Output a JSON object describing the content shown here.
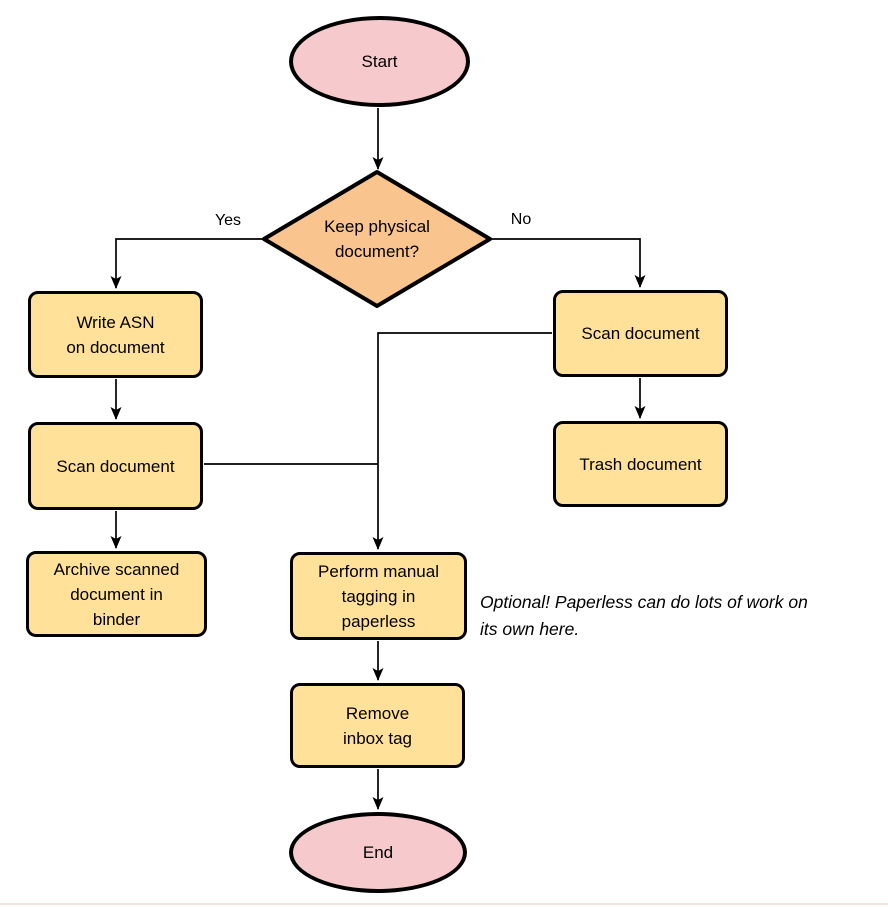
{
  "colors": {
    "terminal_fill": "#F6C9CC",
    "decision_fill": "#FAC48E",
    "process_fill": "#FFE199",
    "stroke": "#000000"
  },
  "nodes": {
    "start": {
      "label": "Start"
    },
    "decision": {
      "label": "Keep physical\ndocument?"
    },
    "write_asn": {
      "label": "Write ASN\non document"
    },
    "scan_left": {
      "label": "Scan document"
    },
    "archive": {
      "label": "Archive scanned\ndocument in\nbinder"
    },
    "scan_right": {
      "label": "Scan document"
    },
    "trash": {
      "label": "Trash document"
    },
    "perform_tagging": {
      "label": "Perform manual\ntagging in\npaperless"
    },
    "remove_inbox": {
      "label": "Remove\ninbox tag"
    },
    "end": {
      "label": "End"
    }
  },
  "edge_labels": {
    "yes": "Yes",
    "no": "No"
  },
  "note": {
    "text": "Optional! Paperless can do lots of work on\nits own here."
  }
}
